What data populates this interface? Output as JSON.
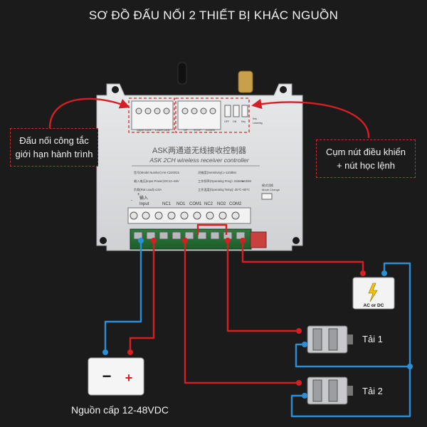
{
  "title": "SƠ ĐỒ ĐẤU NỐI 2 THIẾT BỊ KHÁC NGUỒN",
  "callout_left": [
    "Đấu nối công tắc",
    "giới hạn hành trình"
  ],
  "callout_right": [
    "Cụm nút điều khiển",
    "+ nút học lệnh"
  ],
  "board": {
    "title_cn": "ASK两通道无线接收控制器",
    "subtitle": "ASK 2CH wireless receiver controller",
    "specs": [
      "型号(Model Number):AK-C240015",
      "灵敏度(Sensitivity):≥-110dBm",
      "输入电压(Input Power):DC12~48V",
      "工作频率(Operating Freq):□315M■433M",
      "负载(Rat Load):≤10A",
      "工作温度(Operating Temp):-25℃~80℃"
    ],
    "terminal_labels": [
      "-",
      "+",
      "NC1",
      "NO1",
      "COM1",
      "NC2",
      "NO2",
      "COM2"
    ],
    "input_label": "输入",
    "input_label_en": "Input",
    "mode_label": "模式切换",
    "mode_label_en": "Mode Change",
    "limit_labels": [
      "Upper Limit",
      "Lower Limit"
    ],
    "button_labels": [
      "UP",
      "STOP",
      "DOWN"
    ],
    "key_labels": [
      "OFF",
      "ON",
      "Key",
      "Key",
      "Learning"
    ]
  },
  "ac_dc_label": "AC or DC",
  "psu_label": "Nguồn cấp 12-48VDC",
  "psu_minus": "−",
  "psu_plus": "+",
  "load1_label": "Tải 1",
  "load2_label": "Tải 2",
  "colors": {
    "wire_red": "#d51f24",
    "wire_blue": "#2b8fd8",
    "callout": "#d02b2b",
    "bolt": "#f4c20d"
  }
}
